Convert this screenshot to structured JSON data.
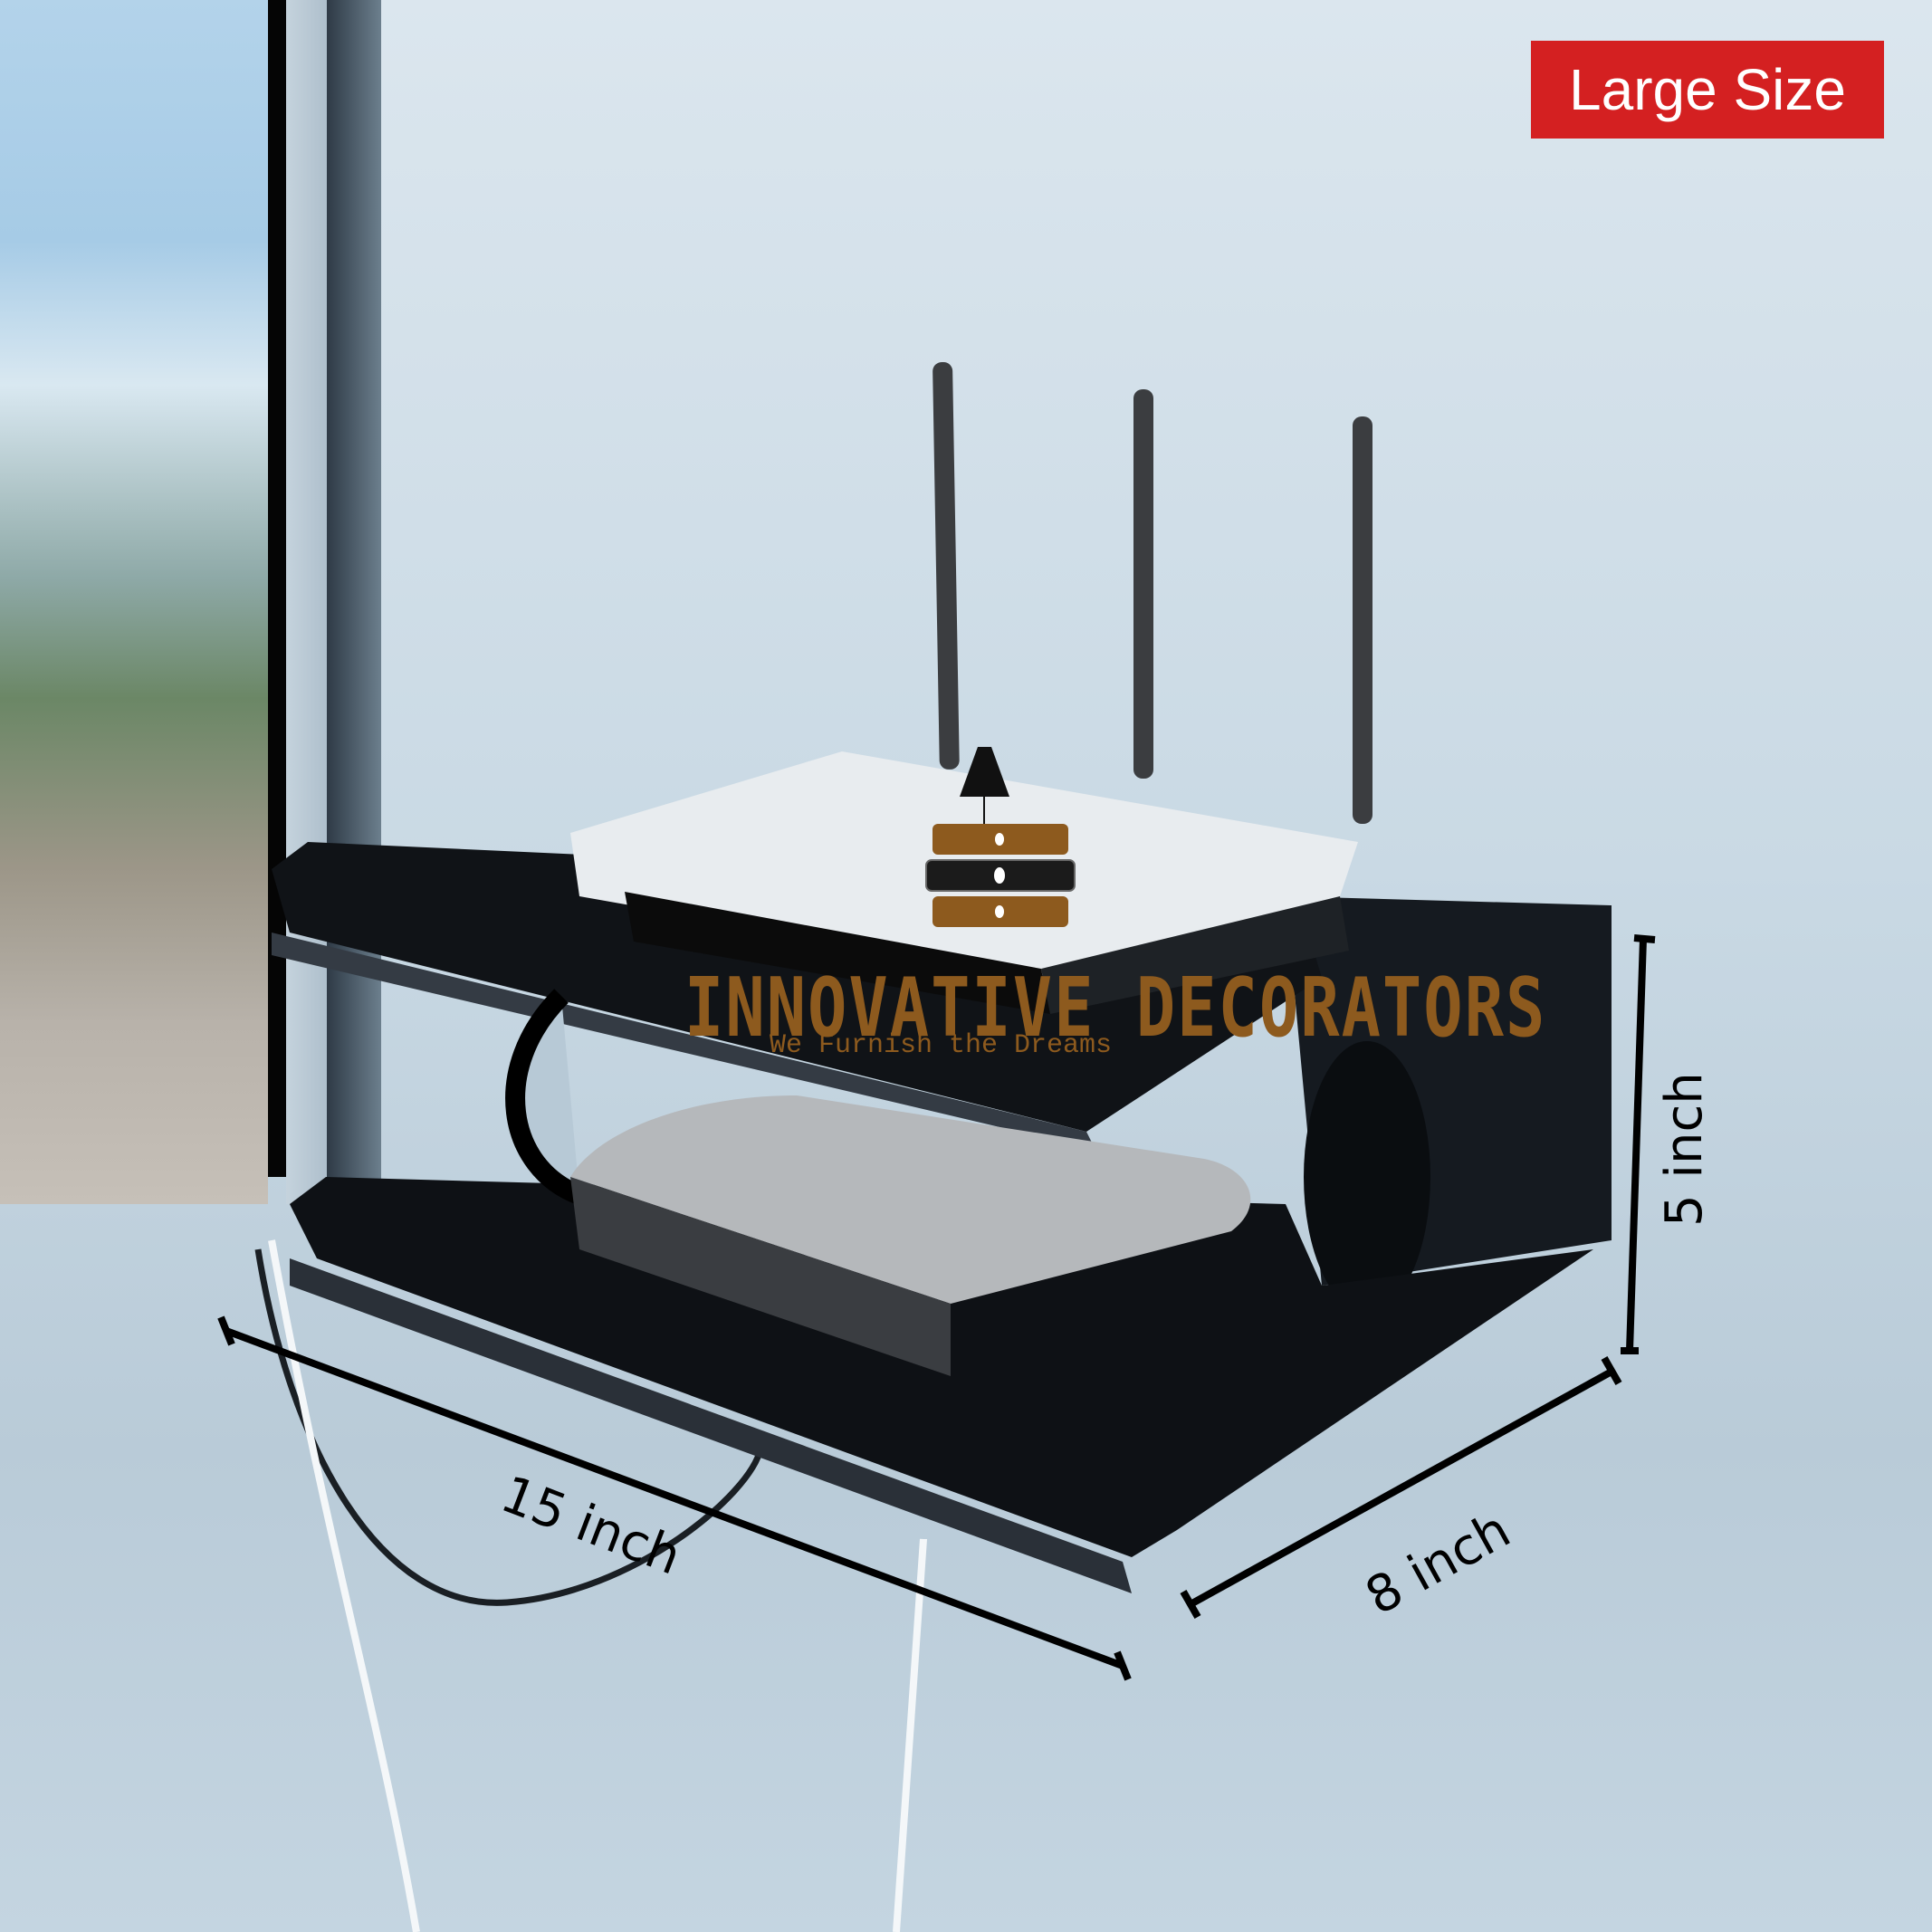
{
  "badge": {
    "label": "Large Size",
    "background": "#d42021",
    "text_color": "#ffffff"
  },
  "dimensions": {
    "width": "15 inch",
    "depth": "8 inch",
    "height": "5 inch"
  },
  "watermark": {
    "brand": "INNOVATIVE DECORATORS",
    "tagline": "We Furnish the Dreams",
    "color": "#8d5a1e",
    "icon": "lamp-on-drawer-cabinet-icon"
  },
  "product": {
    "description": "Black two-tier wall-mounted router / set-top box shelf",
    "items_on_shelf": [
      "wifi-router-with-three-antennas",
      "mini-desktop-box"
    ],
    "shelf_color": "#111418"
  },
  "colors": {
    "wall": "#c9d9e4",
    "shelf": "#111418",
    "router_body": "#e8ecef"
  }
}
